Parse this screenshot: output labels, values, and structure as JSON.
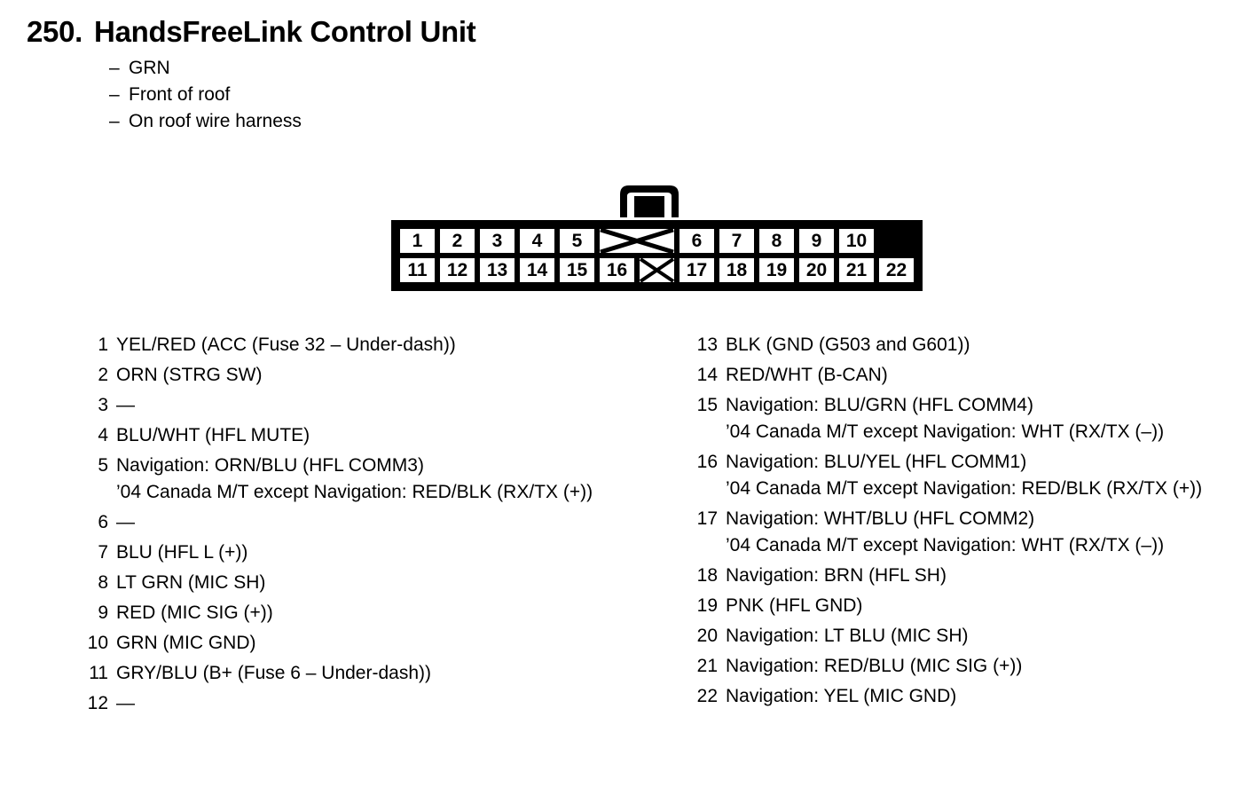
{
  "header": {
    "number": "250.",
    "title": "HandsFreeLink Control Unit",
    "bullets": [
      {
        "dash": "–",
        "text": "GRN"
      },
      {
        "dash": "–",
        "text": "Front of roof"
      },
      {
        "dash": "–",
        "text": "On roof wire harness"
      }
    ]
  },
  "connector": {
    "latch_icon": "connector-latch-tab",
    "blank_icon": "crossed-out-cavity",
    "top_row": [
      {
        "label": "1",
        "blank": false,
        "wide": false
      },
      {
        "label": "2",
        "blank": false,
        "wide": false
      },
      {
        "label": "3",
        "blank": false,
        "wide": false
      },
      {
        "label": "4",
        "blank": false,
        "wide": false
      },
      {
        "label": "5",
        "blank": false,
        "wide": false
      },
      {
        "label": "",
        "blank": true,
        "wide": true
      },
      {
        "label": "6",
        "blank": false,
        "wide": false
      },
      {
        "label": "7",
        "blank": false,
        "wide": false
      },
      {
        "label": "8",
        "blank": false,
        "wide": false
      },
      {
        "label": "9",
        "blank": false,
        "wide": false
      },
      {
        "label": "10",
        "blank": false,
        "wide": false
      }
    ],
    "bottom_row": [
      {
        "label": "11",
        "blank": false,
        "wide": false
      },
      {
        "label": "12",
        "blank": false,
        "wide": false
      },
      {
        "label": "13",
        "blank": false,
        "wide": false
      },
      {
        "label": "14",
        "blank": false,
        "wide": false
      },
      {
        "label": "15",
        "blank": false,
        "wide": false
      },
      {
        "label": "16",
        "blank": false,
        "wide": false
      },
      {
        "label": "",
        "blank": true,
        "wide": false
      },
      {
        "label": "17",
        "blank": false,
        "wide": false
      },
      {
        "label": "18",
        "blank": false,
        "wide": false
      },
      {
        "label": "19",
        "blank": false,
        "wide": false
      },
      {
        "label": "20",
        "blank": false,
        "wide": false
      },
      {
        "label": "21",
        "blank": false,
        "wide": false
      },
      {
        "label": "22",
        "blank": false,
        "wide": false
      }
    ]
  },
  "pins_left": [
    {
      "num": "1",
      "lines": [
        "YEL/RED (ACC (Fuse 32 – Under-dash))"
      ]
    },
    {
      "num": "2",
      "lines": [
        "ORN (STRG SW)"
      ]
    },
    {
      "num": "3",
      "lines": [
        "—"
      ]
    },
    {
      "num": "4",
      "lines": [
        "BLU/WHT (HFL MUTE)"
      ]
    },
    {
      "num": "5",
      "lines": [
        "Navigation: ORN/BLU (HFL COMM3)",
        "’04 Canada M/T except Navigation: RED/BLK (RX/TX (+))"
      ]
    },
    {
      "num": "6",
      "lines": [
        "—"
      ]
    },
    {
      "num": "7",
      "lines": [
        "BLU (HFL L (+))"
      ]
    },
    {
      "num": "8",
      "lines": [
        "LT GRN (MIC SH)"
      ]
    },
    {
      "num": "9",
      "lines": [
        "RED (MIC SIG (+))"
      ]
    },
    {
      "num": "10",
      "lines": [
        "GRN (MIC GND)"
      ]
    },
    {
      "num": "11",
      "lines": [
        "GRY/BLU (B+ (Fuse 6 – Under-dash))"
      ]
    },
    {
      "num": "12",
      "lines": [
        "—"
      ]
    }
  ],
  "pins_right": [
    {
      "num": "13",
      "lines": [
        "BLK (GND (G503 and G601))"
      ]
    },
    {
      "num": "14",
      "lines": [
        "RED/WHT (B-CAN)"
      ]
    },
    {
      "num": "15",
      "lines": [
        "Navigation: BLU/GRN (HFL COMM4)",
        "’04 Canada M/T except Navigation: WHT (RX/TX (–))"
      ]
    },
    {
      "num": "16",
      "lines": [
        "Navigation: BLU/YEL (HFL COMM1)",
        "’04 Canada M/T except Navigation: RED/BLK (RX/TX (+))"
      ]
    },
    {
      "num": "17",
      "lines": [
        "Navigation: WHT/BLU (HFL COMM2)",
        "’04 Canada M/T except Navigation: WHT (RX/TX (–))"
      ]
    },
    {
      "num": "18",
      "lines": [
        "Navigation: BRN (HFL SH)"
      ]
    },
    {
      "num": "19",
      "lines": [
        "PNK (HFL GND)"
      ]
    },
    {
      "num": "20",
      "lines": [
        "Navigation: LT BLU (MIC SH)"
      ]
    },
    {
      "num": "21",
      "lines": [
        "Navigation: RED/BLU (MIC SIG (+))"
      ]
    },
    {
      "num": "22",
      "lines": [
        "Navigation: YEL (MIC GND)"
      ]
    }
  ]
}
